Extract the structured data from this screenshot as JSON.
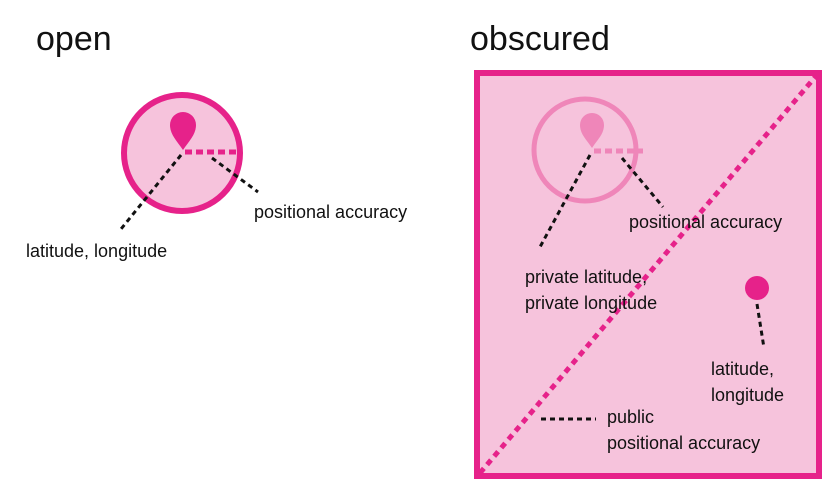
{
  "panels": {
    "open": {
      "title": "open",
      "labels": {
        "accuracy": "positional accuracy",
        "coords": "latitude, longitude"
      }
    },
    "obscured": {
      "title": "obscured",
      "labels": {
        "accuracy": "positional accuracy",
        "private_coords_line1": "private latitude,",
        "private_coords_line2": "private longitude",
        "coords_line1": "latitude,",
        "coords_line2": "longitude",
        "public_accuracy_line1": "public",
        "public_accuracy_line2": "positional accuracy"
      }
    }
  },
  "colors": {
    "magenta": "#e6228a",
    "light_pink": "#f6c3dc",
    "mid_pink": "#ef86b9",
    "ink": "#111111"
  }
}
